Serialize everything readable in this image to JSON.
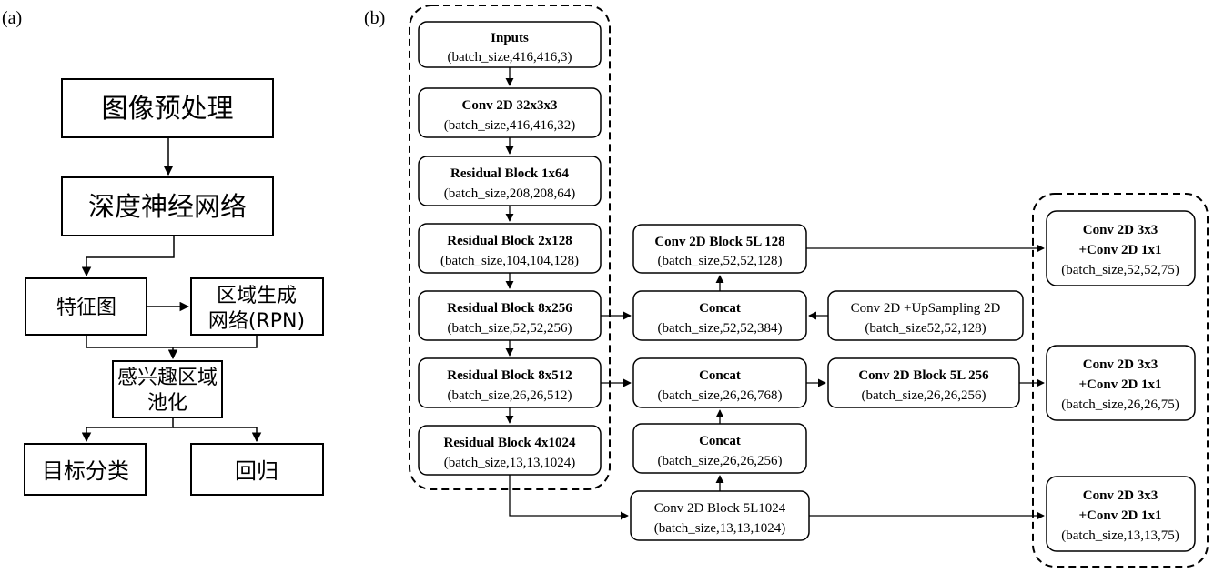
{
  "panel_a": {
    "label": "(a)",
    "boxes": {
      "preprocess": "图像预处理",
      "dnn": "深度神经网络",
      "feature_map": "特征图",
      "rpn_line1": "区域生成",
      "rpn_line2": "网络(RPN)",
      "roi_line1": "感兴趣区域",
      "roi_line2": "池化",
      "classify": "目标分类",
      "regress": "回归"
    }
  },
  "panel_b": {
    "label": "(b)",
    "backbone": [
      {
        "title": "Inputs",
        "shape": "(batch_size,416,416,3)"
      },
      {
        "title": "Conv 2D 32x3x3",
        "shape": "(batch_size,416,416,32)"
      },
      {
        "title": "Residual Block 1x64",
        "shape": "(batch_size,208,208,64)"
      },
      {
        "title": "Residual Block 2x128",
        "shape": "(batch_size,104,104,128)"
      },
      {
        "title": "Residual Block 8x256",
        "shape": "(batch_size,52,52,256)"
      },
      {
        "title": "Residual Block 8x512",
        "shape": "(batch_size,26,26,512)"
      },
      {
        "title": "Residual Block 4x1024",
        "shape": "(batch_size,13,13,1024)"
      }
    ],
    "neck": {
      "conv5l128": {
        "title": "Conv 2D Block 5L 128",
        "shape": "(batch_size,52,52,128)"
      },
      "concat384": {
        "title": "Concat",
        "shape": "(batch_size,52,52,384)"
      },
      "upsample": {
        "title": "Conv 2D +UpSampling 2D",
        "shape": "(batch_size52,52,128)"
      },
      "concat768": {
        "title": "Concat",
        "shape": "(batch_size,26,26,768)"
      },
      "conv5l256": {
        "title": "Conv 2D Block 5L 256",
        "shape": "(batch_size,26,26,256)"
      },
      "concat256": {
        "title": "Concat",
        "shape": "(batch_size,26,26,256)"
      },
      "conv5l1024": {
        "title": "Conv 2D Block 5L1024",
        "shape": "(batch_size,13,13,1024)"
      }
    },
    "heads": [
      {
        "line1": "Conv 2D 3x3",
        "line2": "+Conv 2D 1x1",
        "shape": "(batch_size,52,52,75)"
      },
      {
        "line1": "Conv 2D 3x3",
        "line2": "+Conv 2D 1x1",
        "shape": "(batch_size,26,26,75)"
      },
      {
        "line1": "Conv 2D 3x3",
        "line2": "+Conv 2D 1x1",
        "shape": "(batch_size,13,13,75)"
      }
    ]
  }
}
